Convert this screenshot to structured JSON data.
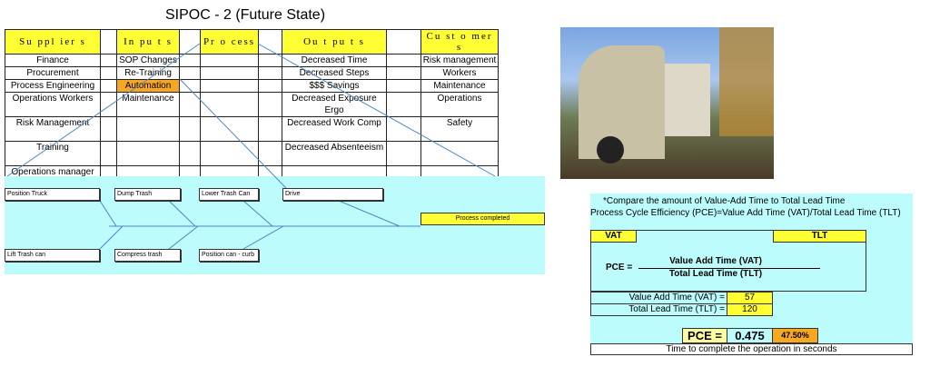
{
  "title": "SIPOC - 2 (Future State)",
  "headers": {
    "suppliers": "Su ppl ier s",
    "inputs": "In pu t s",
    "process": "Pr o cess",
    "outputs": "Ou t pu t s",
    "customers": "Cu st o mer s"
  },
  "rows": [
    {
      "s": "Finance",
      "i": "SOP Changes",
      "o": "Decreased Time",
      "c": "Risk management"
    },
    {
      "s": "Procurement",
      "i": "Re-Training",
      "o": "Decreased Steps",
      "c": "Workers"
    },
    {
      "s": "Process Engineering",
      "i": "Automation",
      "o": "$$$ Savings",
      "c": "Maintenance"
    },
    {
      "s": "Operations Workers",
      "i": "Maintenance",
      "o": "Decreased Exposure Ergo",
      "c": "Operations"
    },
    {
      "s": "Risk Management",
      "i": "",
      "o": "Decreased Work Comp",
      "c": "Safety"
    },
    {
      "s": "Training",
      "i": "",
      "o": "Decreased Absenteeism",
      "c": ""
    },
    {
      "s": "Operations manager",
      "i": "",
      "o": "",
      "c": ""
    }
  ],
  "fishbone": {
    "top": [
      "Position Truck",
      "Dump Trash",
      "Lower Trash Can",
      "Drive"
    ],
    "bottom": [
      "Lift Trash can",
      "Compress trash",
      "Position can - curb"
    ],
    "end": "Process completed"
  },
  "pce": {
    "note1": "*Compare the amount of Value-Add Time to Total Lead Time",
    "note2": "Process Cycle Efficiency (PCE)=Value Add Time (VAT)/Total Lead Time (TLT)",
    "vat": "VAT",
    "tlt": "TLT",
    "pce_eq": "PCE =",
    "numerator": "Value Add Time (VAT)",
    "denominator": "Total Lead Time (TLT)",
    "vat_label": "Value Add Time (VAT) =",
    "vat_value": "57",
    "tlt_label": "Total Lead Time (TLT) =",
    "tlt_value": "120",
    "pce_label": "PCE =",
    "pce_value": "0.475",
    "pce_pct": "47.50%",
    "footer": "Time to complete the operation in seconds"
  }
}
